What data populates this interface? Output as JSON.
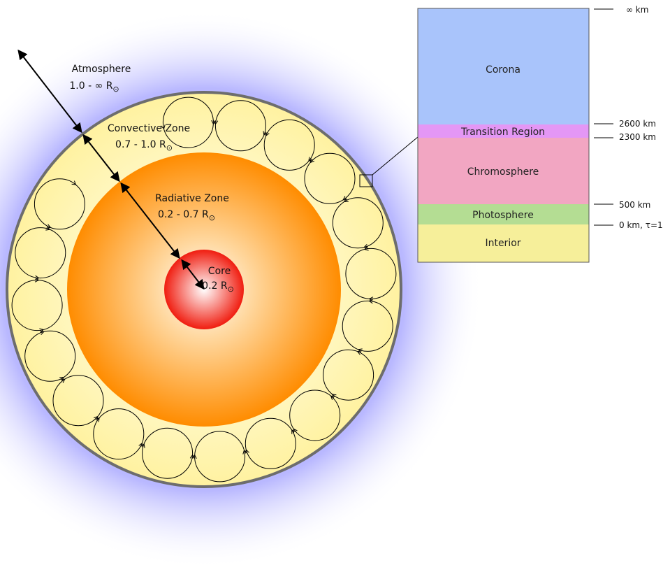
{
  "zones": {
    "atmosphere": {
      "title": "Atmosphere",
      "range": "1.0 - ∞ R",
      "sun_symbol": "⊙"
    },
    "convective": {
      "title": "Convective Zone",
      "range": "0.7 - 1.0 R",
      "sun_symbol": "⊙"
    },
    "radiative": {
      "title": "Radiative Zone",
      "range": "0.2 - 0.7 R",
      "sun_symbol": "⊙"
    },
    "core": {
      "title": "Core",
      "range": "0.2 R",
      "sun_symbol": "⊙"
    }
  },
  "atmosphere_layers": [
    {
      "label": "Corona",
      "color": "#a9c4fb"
    },
    {
      "label": "Transition Region",
      "color": "#e497f5"
    },
    {
      "label": "Chromosphere",
      "color": "#f2a6c2"
    },
    {
      "label": "Photosphere",
      "color": "#b4dd93"
    },
    {
      "label": "Interior",
      "color": "#f6ef9a"
    }
  ],
  "heights": [
    {
      "label": "∞ km"
    },
    {
      "label": "2600 km"
    },
    {
      "label": "2300 km"
    },
    {
      "label": "500 km"
    },
    {
      "label": "0 km, τ=1"
    }
  ],
  "colors": {
    "atmosphere_glow": "#b9b8ff",
    "convective_fill": "#fff6ae",
    "convective_outline": "#6d6d6d",
    "radiative_outer": "#ff8c00",
    "core_outer": "#f01d10"
  }
}
